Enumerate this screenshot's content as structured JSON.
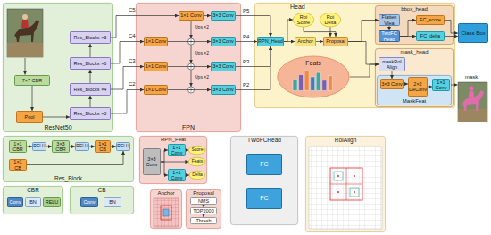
{
  "diagram": {
    "nodes": [
      {
        "text": [
          "ResNet50"
        ]
      },
      {
        "text": [
          "7×7 CBR"
        ],
        "in": 0
      },
      {
        "text": [
          "Pool"
        ],
        "in": 0
      },
      {
        "text": [
          "Res_Blocks ×3"
        ],
        "in": 0
      },
      {
        "text": [
          "Res_Blocks ×4"
        ],
        "in": 0
      },
      {
        "text": [
          "Res_Blocks ×6"
        ],
        "in": 0
      },
      {
        "text": [
          "Res_Blocks ×3"
        ],
        "in": 0
      },
      {
        "text": [
          "FPN"
        ]
      },
      {
        "text": [
          "1×1 Conv"
        ],
        "in": 7
      },
      {
        "text": [
          "1×1 Conv"
        ],
        "in": 7
      },
      {
        "text": [
          "1×1 Conv"
        ],
        "in": 7
      },
      {
        "text": [
          "1×1 Conv"
        ],
        "in": 7
      },
      {
        "text": [
          "3×3 Conv"
        ],
        "in": 7
      },
      {
        "text": [
          "3×3 Conv"
        ],
        "in": 7
      },
      {
        "text": [
          "3×3 Conv"
        ],
        "in": 7
      },
      {
        "text": [
          "3×3 Conv"
        ],
        "in": 7
      },
      {
        "text": [
          "Head"
        ]
      },
      {
        "text": [
          "RPN_Head"
        ],
        "in": 16
      },
      {
        "text": [
          "Roi Score"
        ],
        "in": 16
      },
      {
        "text": [
          "Roi Delta"
        ],
        "in": 16
      },
      {
        "text": [
          "Anchor"
        ],
        "in": 16
      },
      {
        "text": [
          "Proposal"
        ],
        "in": 16
      },
      {
        "text": [
          "Feats"
        ],
        "in": 16
      },
      {
        "text": [
          "bbox_head"
        ],
        "in": 16
      },
      {
        "text": [
          "Flatten Vfea"
        ],
        "in": 23
      },
      {
        "text": [
          "TwoFC Head"
        ],
        "in": 23
      },
      {
        "text": [
          "FC_score"
        ],
        "in": 23
      },
      {
        "text": [
          "FC_delta"
        ],
        "in": 23
      },
      {
        "text": [
          "Class Box"
        ]
      },
      {
        "text": [
          "mask_head"
        ],
        "in": 16
      },
      {
        "text": [
          "maskRoI Align"
        ],
        "in": 29
      },
      {
        "text": [
          "MaskFeat"
        ],
        "in": 29
      },
      {
        "text": [
          "3×3 Conv"
        ],
        "in": 31
      },
      {
        "text": [
          "2×2 DeConv"
        ],
        "in": 31
      },
      {
        "text": [
          "1×1 Conv"
        ],
        "in": 31
      },
      {
        "text": [
          "Res_Block"
        ]
      },
      {
        "text": [
          "1×1 CBR"
        ],
        "in": 35
      },
      {
        "text": [
          "RELU"
        ],
        "in": 35
      },
      {
        "text": [
          "3×3 CBR"
        ],
        "in": 35
      },
      {
        "text": [
          "RELU"
        ],
        "in": 35
      },
      {
        "text": [
          "1×1 CB"
        ],
        "in": 35
      },
      {
        "text": [
          "RELU"
        ],
        "in": 35
      },
      {
        "text": [
          "1×1 CB"
        ],
        "in": 35
      },
      {
        "text": [
          "CBR"
        ]
      },
      {
        "text": [
          "Conv"
        ],
        "in": 43
      },
      {
        "text": [
          "BN"
        ],
        "in": 43
      },
      {
        "text": [
          "RELU"
        ],
        "in": 43
      },
      {
        "text": [
          "CB"
        ]
      },
      {
        "text": [
          "Conv"
        ],
        "in": 47
      },
      {
        "text": [
          "BN"
        ],
        "in": 47
      },
      {
        "text": [
          "RPN_Feat"
        ]
      },
      {
        "text": [
          "3×3 Conv"
        ],
        "in": 50
      },
      {
        "text": [
          "1×1 Conv"
        ],
        "in": 50
      },
      {
        "text": [
          "1×1 Conv"
        ],
        "in": 50
      },
      {
        "text": [
          "Score"
        ],
        "in": 50
      },
      {
        "text": [
          "Feats"
        ],
        "in": 50
      },
      {
        "text": [
          "Delta"
        ],
        "in": 50
      },
      {
        "text": [
          "Anchor"
        ]
      },
      {
        "text": [
          "Proposal"
        ]
      },
      {
        "text": [
          "NMS"
        ],
        "in": 58
      },
      {
        "text": [
          "TOP2000"
        ],
        "in": 58
      },
      {
        "text": [
          "Thresh"
        ],
        "in": 58
      },
      {
        "text": [
          "TWoFCHead"
        ]
      },
      {
        "text": [
          "FC"
        ],
        "in": 62
      },
      {
        "text": [
          "FC"
        ],
        "in": 62
      },
      {
        "text": [
          "RoIAlign"
        ]
      }
    ],
    "edges": [
      {
        "from": 1,
        "to": 2,
        "arrow": "to"
      },
      {
        "from": 2,
        "to": 3,
        "arrow": "to"
      },
      {
        "from": 3,
        "to": 4,
        "arrow": "to"
      },
      {
        "from": 4,
        "to": 5,
        "arrow": "to"
      },
      {
        "from": 5,
        "to": 6,
        "arrow": "to"
      },
      {
        "from": 6,
        "to": 8,
        "arrow": "to"
      },
      {
        "from": 5,
        "to": 9,
        "arrow": "to"
      },
      {
        "from": 4,
        "to": 10,
        "arrow": "to"
      },
      {
        "from": 3,
        "to": 11,
        "arrow": "to"
      },
      {
        "from": 8,
        "to": 12,
        "arrow": "to"
      },
      {
        "from": 9,
        "to": 13,
        "arrow": "to"
      },
      {
        "from": 10,
        "to": 14,
        "arrow": "to"
      },
      {
        "from": 11,
        "to": 15,
        "arrow": "to"
      },
      {
        "from": 12,
        "to": 17,
        "arrow": "to"
      },
      {
        "from": 13,
        "to": 17,
        "arrow": "to"
      },
      {
        "from": 14,
        "to": 17,
        "arrow": "to"
      },
      {
        "from": 15,
        "to": 17,
        "arrow": "to"
      },
      {
        "from": 17,
        "to": 20,
        "arrow": "to"
      },
      {
        "from": 17,
        "to": 18,
        "arrow": "to"
      },
      {
        "from": 18,
        "to": 21,
        "arrow": "to"
      },
      {
        "from": 19,
        "to": 21,
        "arrow": "to"
      },
      {
        "from": 20,
        "to": 21,
        "arrow": "to"
      },
      {
        "from": 21,
        "to": 24,
        "arrow": "to"
      },
      {
        "from": 21,
        "to": 30,
        "arrow": "to"
      },
      {
        "from": 22,
        "to": 30,
        "arrow": "to"
      },
      {
        "from": 24,
        "to": 25,
        "arrow": "to"
      },
      {
        "from": 25,
        "to": 26,
        "arrow": "to"
      },
      {
        "from": 25,
        "to": 27,
        "arrow": "to"
      },
      {
        "from": 26,
        "to": 28,
        "arrow": "to"
      },
      {
        "from": 27,
        "to": 28,
        "arrow": "to"
      },
      {
        "from": 30,
        "to": 32,
        "arrow": "to"
      },
      {
        "from": 32,
        "to": 33,
        "arrow": "to"
      },
      {
        "from": 33,
        "to": 34,
        "arrow": "to"
      },
      {
        "from": 36,
        "to": 37,
        "arrow": "to"
      },
      {
        "from": 37,
        "to": 38,
        "arrow": "to"
      },
      {
        "from": 38,
        "to": 39,
        "arrow": "to"
      },
      {
        "from": 39,
        "to": 40,
        "arrow": "to"
      },
      {
        "from": 40,
        "to": 41,
        "arrow": "to"
      },
      {
        "from": 42,
        "to": 41,
        "arrow": "to"
      },
      {
        "from": 51,
        "to": 52,
        "arrow": "to"
      },
      {
        "from": 51,
        "to": 55,
        "arrow": "to"
      },
      {
        "from": 51,
        "to": 53,
        "arrow": "to"
      },
      {
        "from": 52,
        "to": 54,
        "arrow": "to"
      },
      {
        "from": 53,
        "to": 56,
        "arrow": "to"
      },
      {
        "from": 59,
        "to": 60,
        "arrow": "to"
      },
      {
        "from": 60,
        "to": 61,
        "arrow": "to"
      }
    ],
    "labels": [
      "C5",
      "C4",
      "C3",
      "C2",
      "Ups ×2",
      "Ups ×2",
      "Ups ×2",
      "P5",
      "P4",
      "P3",
      "P2",
      "mask"
    ]
  }
}
